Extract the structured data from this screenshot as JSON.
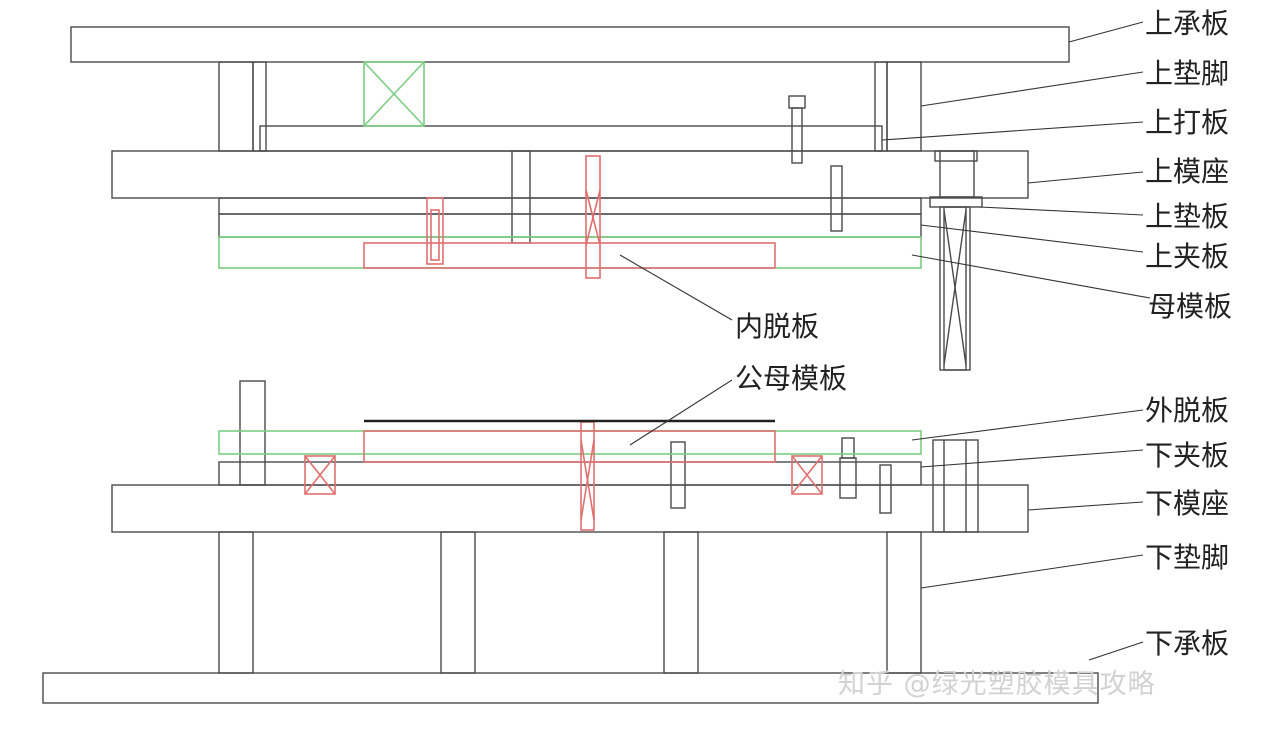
{
  "labels": {
    "upper_clamp_plate": "上承板",
    "upper_spacer_block": "上垫脚",
    "upper_striker_plate": "上打板",
    "upper_die_set": "上模座",
    "upper_backing_plate": "上垫板",
    "upper_clamp": "上夹板",
    "cavity_plate": "母模板",
    "inner_stripper": "内脱板",
    "punch_die_plate": "公母模板",
    "outer_stripper": "外脱板",
    "lower_clamp": "下夹板",
    "lower_die_set": "下模座",
    "lower_spacer_block": "下垫脚",
    "lower_support_plate": "下承板"
  },
  "watermark": "知乎 @绿光塑胶模具攻略",
  "colors": {
    "outline": "#4a4a4a",
    "green": "#7ccf83",
    "red": "#e07070",
    "text": "#222222"
  }
}
